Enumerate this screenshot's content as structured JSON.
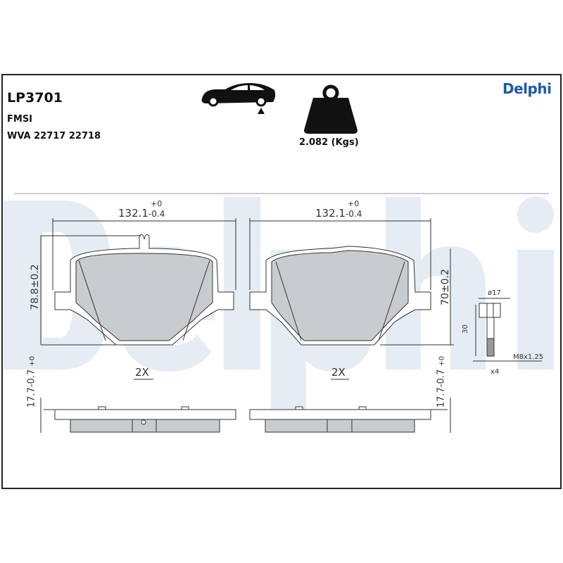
{
  "header": {
    "part_number": "LP3701",
    "fmsi_label": "FMSI",
    "wva": "WVA 22717 22718",
    "weight": "2.082 (Kgs)",
    "brand_logo": "Delphi",
    "icons": [
      "car-rear-axle-icon",
      "weight-icon"
    ]
  },
  "drawing": {
    "watermark": "Delphi",
    "left_pad": {
      "width_nominal": "132.1",
      "width_tol_upper": "+0",
      "width_tol_lower": "-0.4",
      "height": "78.8±0.2",
      "thickness_nominal": "17.7",
      "thickness_tol_upper": "+0",
      "thickness_tol_lower": "-0.7",
      "quantity": "2X"
    },
    "right_pad": {
      "width_nominal": "132.1",
      "width_tol_upper": "+0",
      "width_tol_lower": "-0.4",
      "height": "70±0.2",
      "thickness_nominal": "17.7",
      "thickness_tol_upper": "+0",
      "thickness_tol_lower": "-0.7",
      "quantity": "2X"
    },
    "bolt": {
      "diameter": "ø17",
      "length": "30",
      "thread": "M8x1.25",
      "quantity": "x4"
    }
  },
  "colors": {
    "brand": "#1f5aa6",
    "pad_fill": "#c9ccce",
    "watermark": "#e6ecf3"
  }
}
